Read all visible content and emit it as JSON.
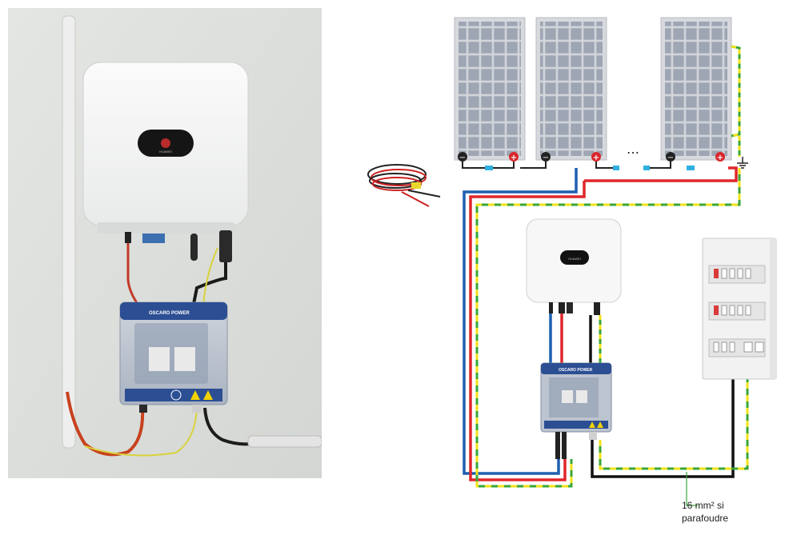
{
  "photo": {
    "inverter_brand": "HUAWEI",
    "box_brand": "OSCARO POWER"
  },
  "diagram": {
    "polarity_negative": "−",
    "polarity_positive": "+",
    "ellipsis": "…",
    "inverter_brand": "HUAWEI",
    "box_brand": "OSCARO POWER",
    "note_line1": "16 mm² si",
    "note_line2": "parafoudre"
  },
  "colors": {
    "dc_negative": "#1f5fb0",
    "dc_positive": "#e0262b",
    "earth_green": "#3aa63a",
    "earth_yellow": "#f2e21a",
    "ac_black": "#111111",
    "panel_cell": "#9da5b3"
  }
}
